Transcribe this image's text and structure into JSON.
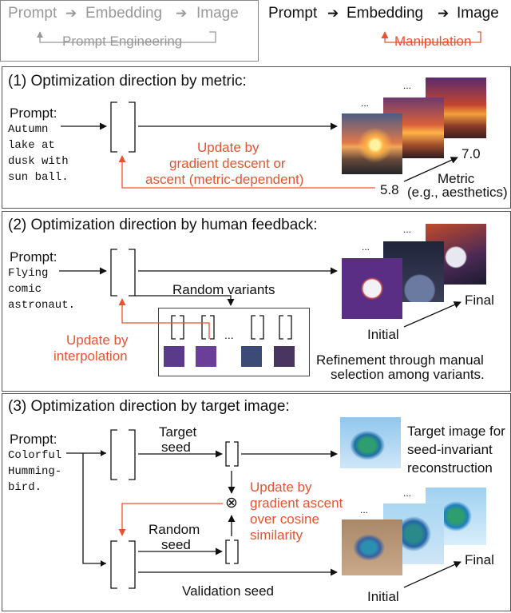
{
  "header": {
    "left_flow": {
      "prompt": "Prompt",
      "embedding": "Embedding",
      "image": "Image",
      "loop_label": "Prompt Engineering"
    },
    "right_flow": {
      "prompt": "Prompt",
      "embedding": "Embedding",
      "image": "Image",
      "loop_label": "Manipulation"
    },
    "arrow_glyph": "➔"
  },
  "panel1": {
    "title": "(1) Optimization direction by metric:",
    "prompt_label": "Prompt:",
    "prompt_text": [
      "Autumn",
      "lake at",
      "dusk with",
      "sun ball."
    ],
    "update_label": [
      "Update by",
      "gradient descent or",
      "ascent (metric-dependent)"
    ],
    "metric_low": "5.8",
    "metric_high": "7.0",
    "metric_label": [
      "Metric",
      "(e.g., aesthetics)"
    ],
    "ellipsis": "..."
  },
  "panel2": {
    "title": "(2) Optimization direction by human feedback:",
    "prompt_label": "Prompt:",
    "prompt_text": [
      "Flying",
      "comic",
      "astronaut."
    ],
    "variants_label": "Random variants",
    "update_label": [
      "Update by",
      "interpolation"
    ],
    "ellipsis": "...",
    "initial_label": "Initial",
    "final_label": "Final",
    "refinement_label": [
      "Refinement through manual",
      "selection among variants."
    ]
  },
  "panel3": {
    "title": "(3) Optimization direction by target image:",
    "prompt_label": "Prompt:",
    "prompt_text": [
      "Colorful",
      "Humming-",
      "bird."
    ],
    "target_seed_label": [
      "Target",
      "seed"
    ],
    "random_seed_label": [
      "Random",
      "seed"
    ],
    "validation_seed_label": "Validation seed",
    "update_label": [
      "Update by",
      "gradient ascent",
      "over cosine",
      "similarity"
    ],
    "target_caption": [
      "Target image for",
      "seed-invariant",
      "reconstruction"
    ],
    "otimes": "⊗",
    "ellipsis": "...",
    "initial_label": "Initial",
    "final_label": "Final"
  },
  "colors": {
    "accent": "#e8532f",
    "text": "#111111",
    "muted": "#999999",
    "frame": "#555555"
  }
}
